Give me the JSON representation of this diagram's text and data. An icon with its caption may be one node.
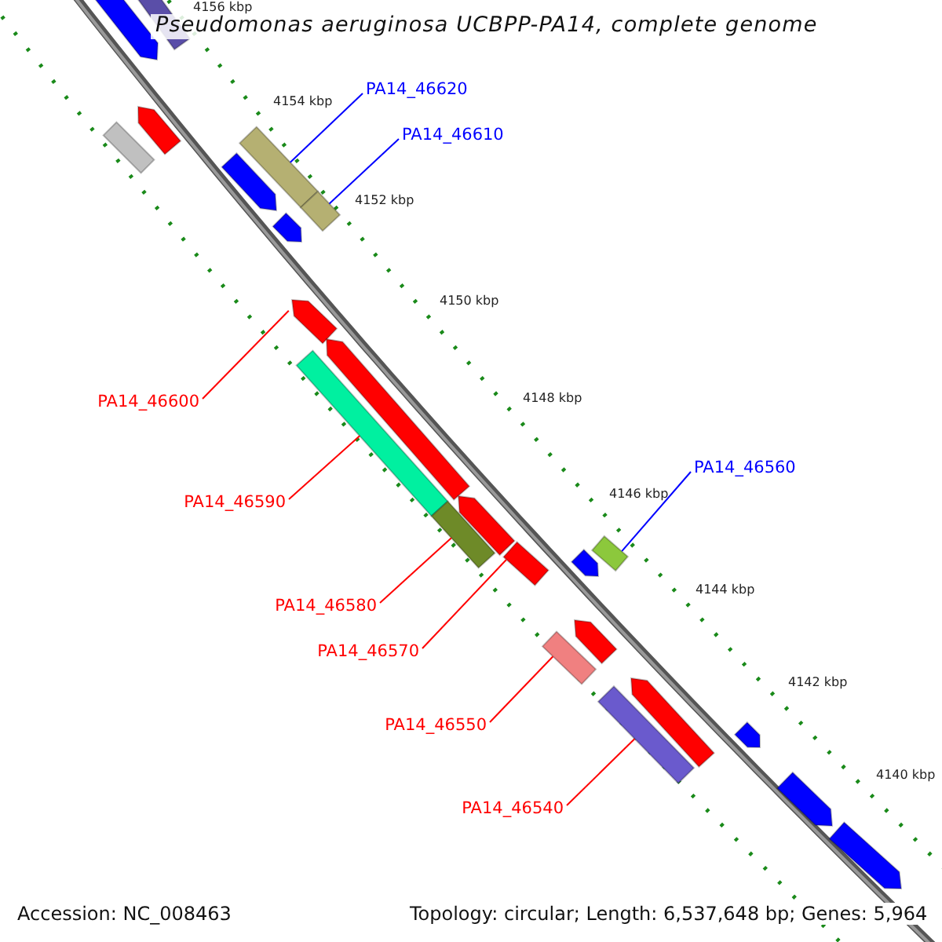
{
  "diagram": {
    "title": "Pseudomonas aeruginosa UCBPP-PA14, complete genome",
    "nodes": [
      {
        "text": [
          "PA14_46620"
        ]
      },
      {
        "text": [
          "PA14_46610"
        ]
      },
      {
        "text": [
          "PA14_46600"
        ]
      },
      {
        "text": [
          "PA14_46590"
        ]
      },
      {
        "text": [
          "PA14_46580"
        ]
      },
      {
        "text": [
          "PA14_46560"
        ]
      },
      {
        "text": [
          "PA14_46570"
        ]
      },
      {
        "text": [
          "PA14_46550"
        ]
      },
      {
        "text": [
          "PA14_46540"
        ]
      },
      {
        "text": [],
        "shape": "bar"
      },
      {
        "text": [],
        "shape": "bar"
      },
      {
        "text": [],
        "shape": "bar"
      },
      {
        "text": [],
        "shape": "bar"
      },
      {
        "text": [],
        "shape": "bar"
      },
      {
        "text": [],
        "shape": "bar"
      },
      {
        "text": [],
        "shape": "bar"
      },
      {
        "text": [],
        "shape": "bar"
      },
      {
        "text": [],
        "shape": "bar"
      },
      {
        "text": [],
        "shape": "bar"
      },
      {
        "text": [],
        "shape": "bar"
      },
      {
        "text": [],
        "shape": "bar"
      },
      {
        "text": [],
        "shape": "bar"
      },
      {
        "text": [],
        "shape": "bar"
      },
      {
        "text": [],
        "shape": "bar"
      },
      {
        "text": [],
        "shape": "bar"
      },
      {
        "text": [],
        "shape": "bar"
      },
      {
        "text": [],
        "shape": "bar"
      },
      {
        "text": [],
        "shape": "bar"
      },
      {
        "text": [],
        "shape": "bar"
      },
      {
        "text": [],
        "shape": "bar"
      },
      {
        "text": [],
        "shape": "bar"
      },
      {
        "text": [],
        "shape": "bar"
      }
    ],
    "edges": [
      {
        "from": 0,
        "to": 13,
        "arrow": "none",
        "color": "#0000ff"
      },
      {
        "from": 1,
        "to": 15,
        "arrow": "none",
        "color": "#0000ff"
      },
      {
        "from": 2,
        "to": 17,
        "arrow": "none",
        "color": "#ff0000"
      },
      {
        "from": 3,
        "to": 19,
        "arrow": "none",
        "color": "#ff0000"
      },
      {
        "from": 4,
        "to": 21,
        "arrow": "none",
        "color": "#ff0000"
      },
      {
        "from": 5,
        "to": 22,
        "arrow": "none",
        "color": "#0000ff"
      },
      {
        "from": 6,
        "to": 23,
        "arrow": "none",
        "color": "#ff0000"
      },
      {
        "from": 7,
        "to": 26,
        "arrow": "none",
        "color": "#ff0000"
      },
      {
        "from": 8,
        "to": 28,
        "arrow": "none",
        "color": "#ff0000"
      }
    ],
    "labels": [
      "4156 kbp",
      "4154 kbp",
      "4152 kbp",
      "4150 kbp",
      "4148 kbp",
      "4146 kbp",
      "4144 kbp",
      "4142 kbp",
      "4140 kbp",
      "Accession: NC_008463",
      "Topology: circular; Length: 6,537,648 bp; Genes: 5,964"
    ]
  }
}
